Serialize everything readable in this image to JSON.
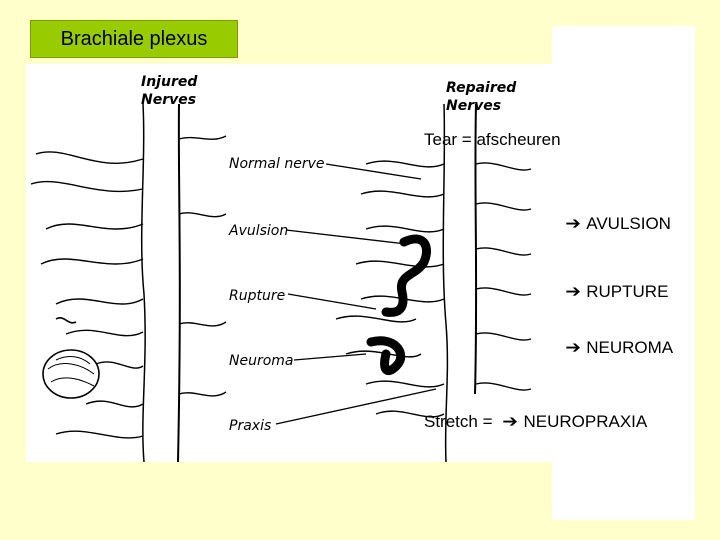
{
  "slide": {
    "title": "Brachiale plexus",
    "background_color": "#ffffcc",
    "title_bg_color": "#99cc00"
  },
  "figure": {
    "left_heading_line1": "Injured",
    "left_heading_line2": "Nerves",
    "right_heading_line1": "Repaired",
    "right_heading_line2": "Nerves",
    "callouts": [
      "Normal nerve",
      "Avulsion",
      "Rupture",
      "Neuroma",
      "Praxis"
    ]
  },
  "annotations": {
    "tear": "Tear = afscheuren",
    "avulsion": "AVULSION",
    "rupture": "RUPTURE",
    "neuroma": "NEUROMA",
    "stretch_prefix": "Stretch =",
    "neuropraxia": "NEUROPRAXIA",
    "arrow_icon": "right-arrow-icon"
  }
}
